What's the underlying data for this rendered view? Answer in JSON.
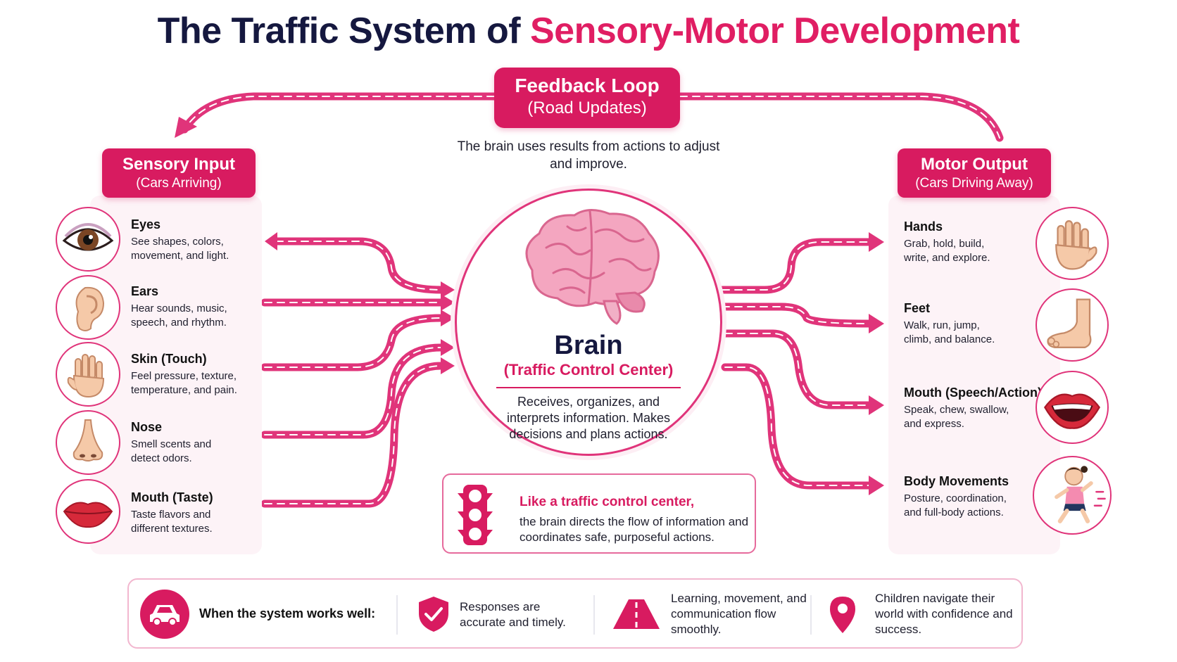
{
  "title": {
    "part1": "The Traffic System of",
    "part2": "Sensory-Motor Development"
  },
  "feedback": {
    "title": "Feedback Loop",
    "subtitle": "(Road Updates)",
    "description": "The brain uses results from actions to adjust and improve."
  },
  "sensory": {
    "title": "Sensory Input",
    "subtitle": "(Cars Arriving)",
    "items": [
      {
        "title": "Eyes",
        "desc": "See shapes, colors, movement, and light.",
        "icon": "eye-icon"
      },
      {
        "title": "Ears",
        "desc": "Hear sounds, music, speech, and rhythm.",
        "icon": "ear-icon"
      },
      {
        "title": "Skin (Touch)",
        "desc": "Feel pressure, texture, temperature, and pain.",
        "icon": "hand-icon"
      },
      {
        "title": "Nose",
        "desc": "Smell scents and detect odors.",
        "icon": "nose-icon"
      },
      {
        "title": "Mouth (Taste)",
        "desc": "Taste flavors and different textures.",
        "icon": "lips-icon"
      }
    ]
  },
  "motor": {
    "title": "Motor Output",
    "subtitle": "(Cars Driving Away)",
    "items": [
      {
        "title": "Hands",
        "desc": "Grab, hold, build, write, and explore.",
        "icon": "hand-icon"
      },
      {
        "title": "Feet",
        "desc": "Walk, run, jump, climb, and balance.",
        "icon": "foot-icon"
      },
      {
        "title": "Mouth (Speech/Action)",
        "desc": "Speak, chew, swallow, and express.",
        "icon": "open-mouth-icon"
      },
      {
        "title": "Body Movements",
        "desc": "Posture, coordination, and full-body actions.",
        "icon": "running-child-icon"
      }
    ]
  },
  "brain": {
    "title": "Brain",
    "subtitle": "(Traffic Control Center)",
    "description": "Receives, organizes, and interprets information. Makes decisions and plans actions.",
    "icon": "brain-icon"
  },
  "traffic_note": {
    "headline": "Like a traffic control center,",
    "body": "the brain directs the flow of information and coordinates safe, purposeful actions.",
    "icon": "traffic-light-icon"
  },
  "footer": {
    "lead": "When the system works well:",
    "items": [
      {
        "text": "Responses are accurate and timely.",
        "icon": "shield-check-icon"
      },
      {
        "text": "Learning, movement, and communication flow smoothly.",
        "icon": "road-icon"
      },
      {
        "text": "Children navigate their world with confidence and success.",
        "icon": "location-pin-icon"
      }
    ],
    "lead_icon": "car-icon"
  },
  "colors": {
    "accent": "#d81b60",
    "navy": "#15183f",
    "road": "#e0347a",
    "panel": "#fdf3f7"
  }
}
